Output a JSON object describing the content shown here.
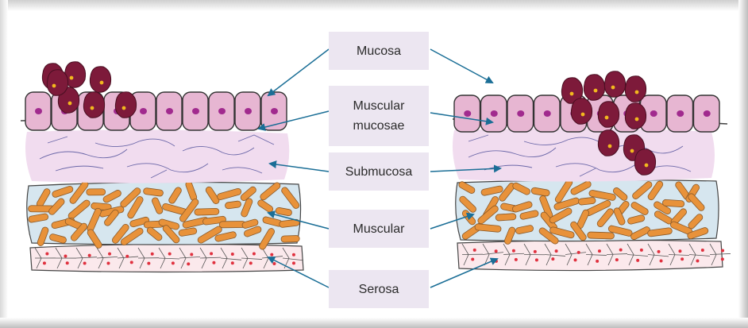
{
  "labels": {
    "mucosa": "Mucosa",
    "muscular_mucosae_line1": "Muscular",
    "muscular_mucosae_line2": "mucosae",
    "submucosa": "Submucosa",
    "muscular": "Muscular",
    "serosa": "Serosa"
  },
  "colors": {
    "label_box": "#ece6f1",
    "arrow": "#1a6e96",
    "epithelium": "#e7b6d2",
    "nucleus": "#a12a8e",
    "tumor_cell": "#7d1a3a",
    "tumor_nucleus": "#f2b81e",
    "submucosa": "#f1dcef",
    "fiber": "#6b67a8",
    "muscle_bg": "#d6e6ef",
    "muscle_fiber": "#e8923a",
    "serosa_bg": "#fbe9ec",
    "serosa_dot": "#e0313f",
    "frame_shadow": "#d5d5d5"
  }
}
